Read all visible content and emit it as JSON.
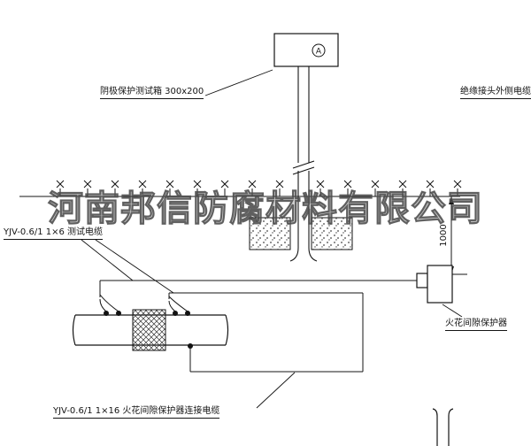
{
  "drawing": {
    "watermark": "河南邦信防腐材料有限公司",
    "test_box_label": "阴极保护测试箱 300x200",
    "insulation_cable_label": "绝缘接头外侧电缆",
    "test_cable_label": "YJV-0.6/1 1×6  测试电缆",
    "protector_label": "火花间隙保护器",
    "protector_cable_label": "YJV-0.6/1 1×16  火花间隙保护器连接电缆",
    "dimension_1000": "1000",
    "ammeter_letter": "A"
  }
}
